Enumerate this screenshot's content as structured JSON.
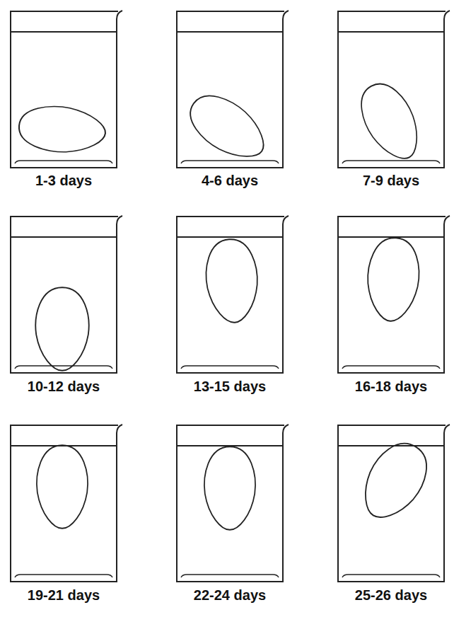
{
  "diagram": {
    "labels": [
      "1-3 days",
      "4-6 days",
      "7-9 days",
      "10-12 days",
      "13-15 days",
      "16-18 days",
      "19-21 days",
      "22-24 days",
      "25-26 days"
    ]
  }
}
